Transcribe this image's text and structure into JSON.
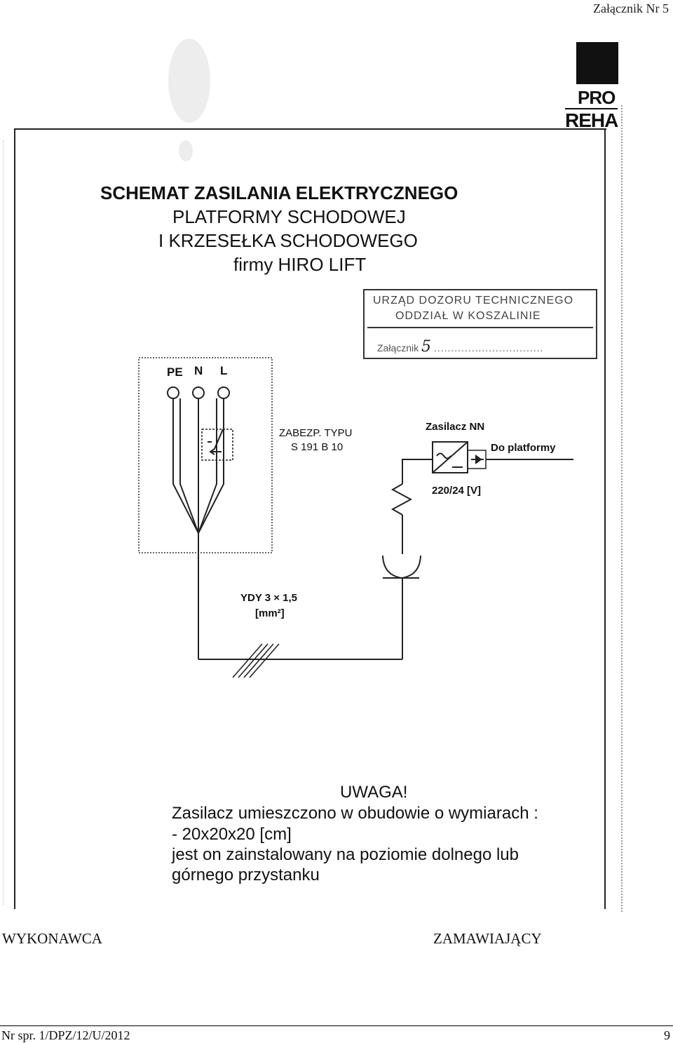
{
  "header": {
    "attachment_label": "Załącznik Nr 5"
  },
  "logo": {
    "line1": "PRO",
    "line2": "REHA"
  },
  "title": {
    "line1": "SCHEMAT ZASILANIA ELEKTRYCZNEGO",
    "line2": "PLATFORMY SCHODOWEJ",
    "line3": "I KRZESEŁKA SCHODOWEGO",
    "line4": "firmy HIRO LIFT"
  },
  "stamp": {
    "line1": "URZĄD DOZORU TECHNICZNEGO",
    "line2": "ODDZIAŁ W KOSZALINIE",
    "attachment_label": "Załącznik",
    "attachment_number": "5",
    "dots": "................................"
  },
  "diagram": {
    "terminals": [
      "PE",
      "N",
      "L"
    ],
    "breaker_label": "ZABEZP. TYPU",
    "breaker_model": "S 191 B 10",
    "psu_label": "Zasilacz NN",
    "psu_output": "Do platformy",
    "psu_voltage": "220/24 [V]",
    "cable_type": "YDY 3 × 1,5",
    "cable_unit": "[mm²]"
  },
  "note": {
    "heading": "UWAGA!",
    "line1": "Zasilacz umieszczono w obudowie o wymiarach :",
    "line2": "-   20x20x20 [cm]",
    "line3": "jest on zainstalowany na poziomie dolnego lub",
    "line4": "górnego przystanku"
  },
  "signatures": {
    "left": "WYKONAWCA",
    "right": "ZAMAWIAJĄCY"
  },
  "footer": {
    "reference": "Nr spr. 1/DPZ/12/U/2012",
    "page_number": "9"
  }
}
